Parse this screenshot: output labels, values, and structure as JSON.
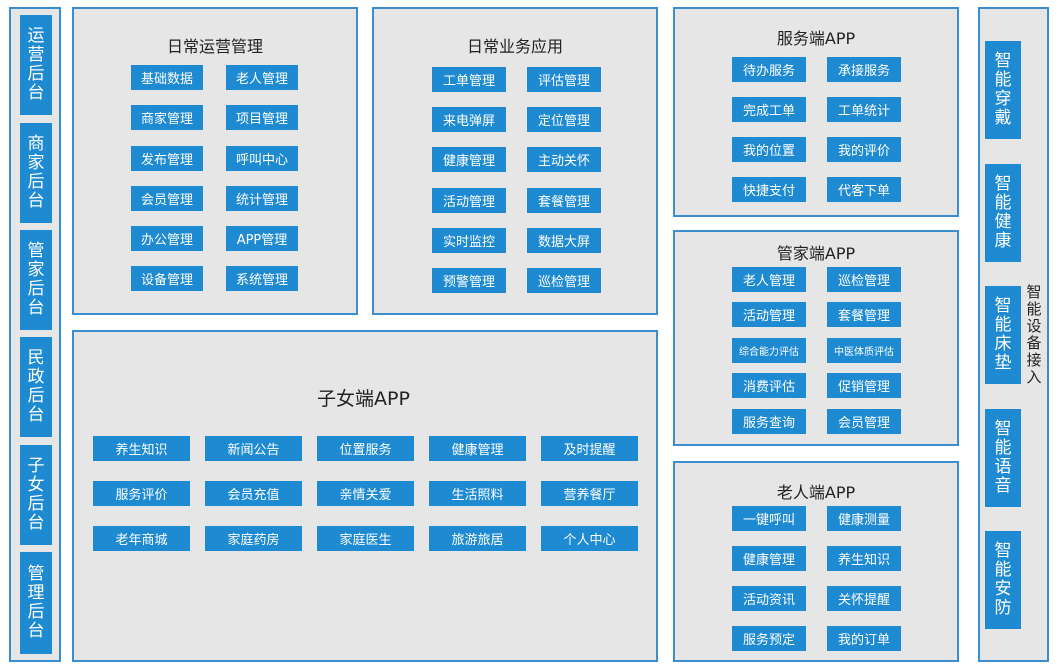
{
  "left_sidebar": [
    "运营后台",
    "商家后台",
    "管家后台",
    "民政后台",
    "子女后台",
    "管理后台"
  ],
  "ops_mgmt": {
    "title": "日常运营管理",
    "items": [
      "基础数据",
      "老人管理",
      "商家管理",
      "项目管理",
      "发布管理",
      "呼叫中心",
      "会员管理",
      "统计管理",
      "办公管理",
      "APP管理",
      "设备管理",
      "系统管理"
    ]
  },
  "biz_apps": {
    "title": "日常业务应用",
    "items": [
      "工单管理",
      "评估管理",
      "来电弹屏",
      "定位管理",
      "健康管理",
      "主动关怀",
      "活动管理",
      "套餐管理",
      "实时监控",
      "数据大屏",
      "预警管理",
      "巡检管理"
    ]
  },
  "children_app": {
    "title": "子女端APP",
    "items": [
      "养生知识",
      "新闻公告",
      "位置服务",
      "健康管理",
      "及时提醒",
      "服务评价",
      "会员充值",
      "亲情关爱",
      "生活照料",
      "营养餐厅",
      "老年商城",
      "家庭药房",
      "家庭医生",
      "旅游旅居",
      "个人中心"
    ]
  },
  "service_app": {
    "title": "服务端APP",
    "items": [
      "待办服务",
      "承接服务",
      "完成工单",
      "工单统计",
      "我的位置",
      "我的评价",
      "快捷支付",
      "代客下单"
    ]
  },
  "steward_app": {
    "title": "管家端APP",
    "items": [
      "老人管理",
      "巡检管理",
      "活动管理",
      "套餐管理",
      "综合能力评估",
      "中医体质评估",
      "消费评估",
      "促销管理",
      "服务查询",
      "会员管理"
    ]
  },
  "elder_app": {
    "title": "老人端APP",
    "items": [
      "一键呼叫",
      "健康测量",
      "健康管理",
      "养生知识",
      "活动资讯",
      "关怀提醒",
      "服务预定",
      "我的订单"
    ]
  },
  "devices": {
    "label": "智能设备接入",
    "items": [
      "智能穿戴",
      "智能健康",
      "智能床垫",
      "智能语音",
      "智能安防"
    ]
  },
  "colors": {
    "accent": "#1e8ad2",
    "border": "#3a8ed0",
    "panel": "#e6e6e6"
  }
}
